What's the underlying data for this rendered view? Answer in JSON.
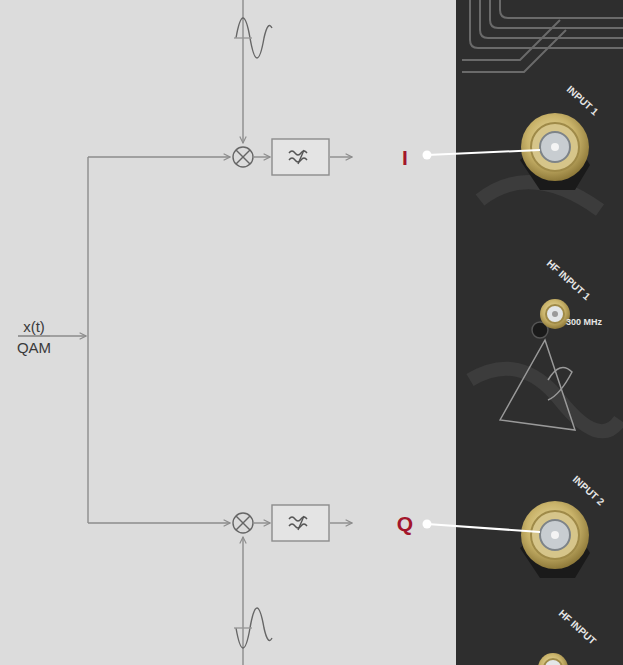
{
  "diagram": {
    "labels": [
      "x(t)",
      "QAM",
      "I",
      "Q",
      "INPUT 1",
      "HF INPUT 1",
      "300 MHz",
      "INPUT 2",
      "HF INPUT"
    ]
  }
}
